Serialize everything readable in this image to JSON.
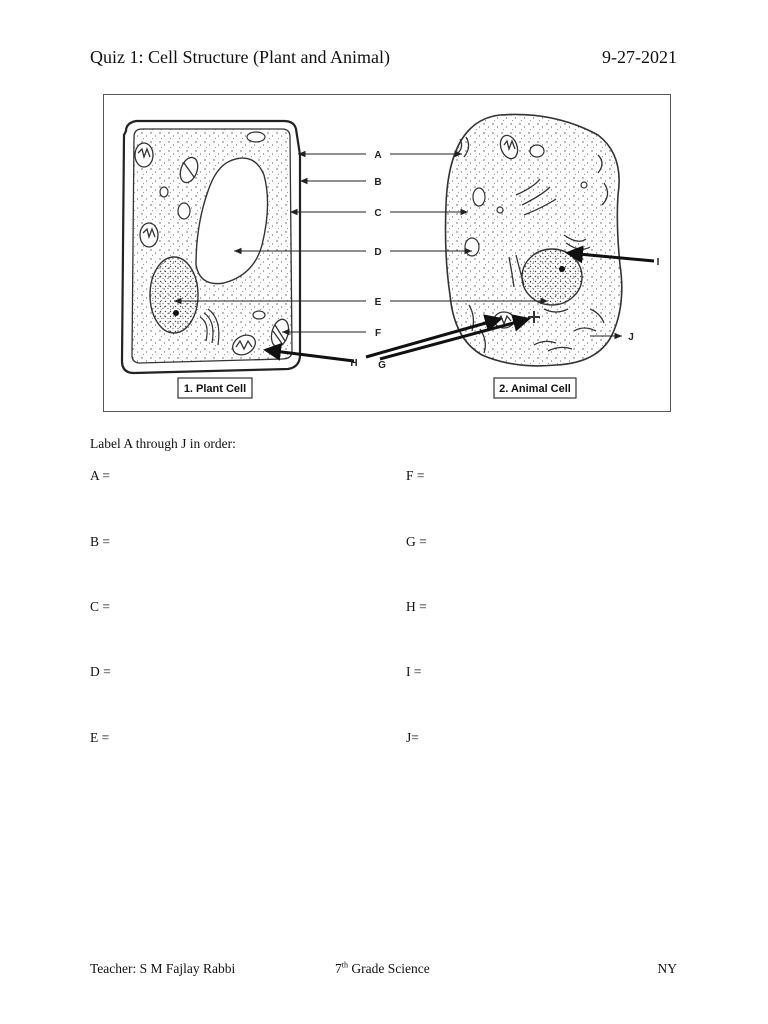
{
  "header": {
    "title": "Quiz 1:  Cell Structure (Plant and Animal)",
    "date": "9-27-2021"
  },
  "figure": {
    "plant_caption": "1. Plant Cell",
    "animal_caption": "2. Animal Cell",
    "labels": {
      "A": "A",
      "B": "B",
      "C": "C",
      "D": "D",
      "E": "E",
      "F": "F",
      "G": "G",
      "H": "H",
      "I": "I",
      "J": "J"
    }
  },
  "instruction": "Label A through J in order:",
  "answers": {
    "left": [
      "A =",
      "B =",
      "C =",
      "D =",
      "E ="
    ],
    "right": [
      "F =",
      "G =",
      "H =",
      "I =",
      "J="
    ]
  },
  "footer": {
    "teacher": "Teacher: S M Fajlay Rabbi",
    "grade_num": "7",
    "grade_sup": "th",
    "grade_rest": " Grade Science",
    "state": "NY"
  }
}
